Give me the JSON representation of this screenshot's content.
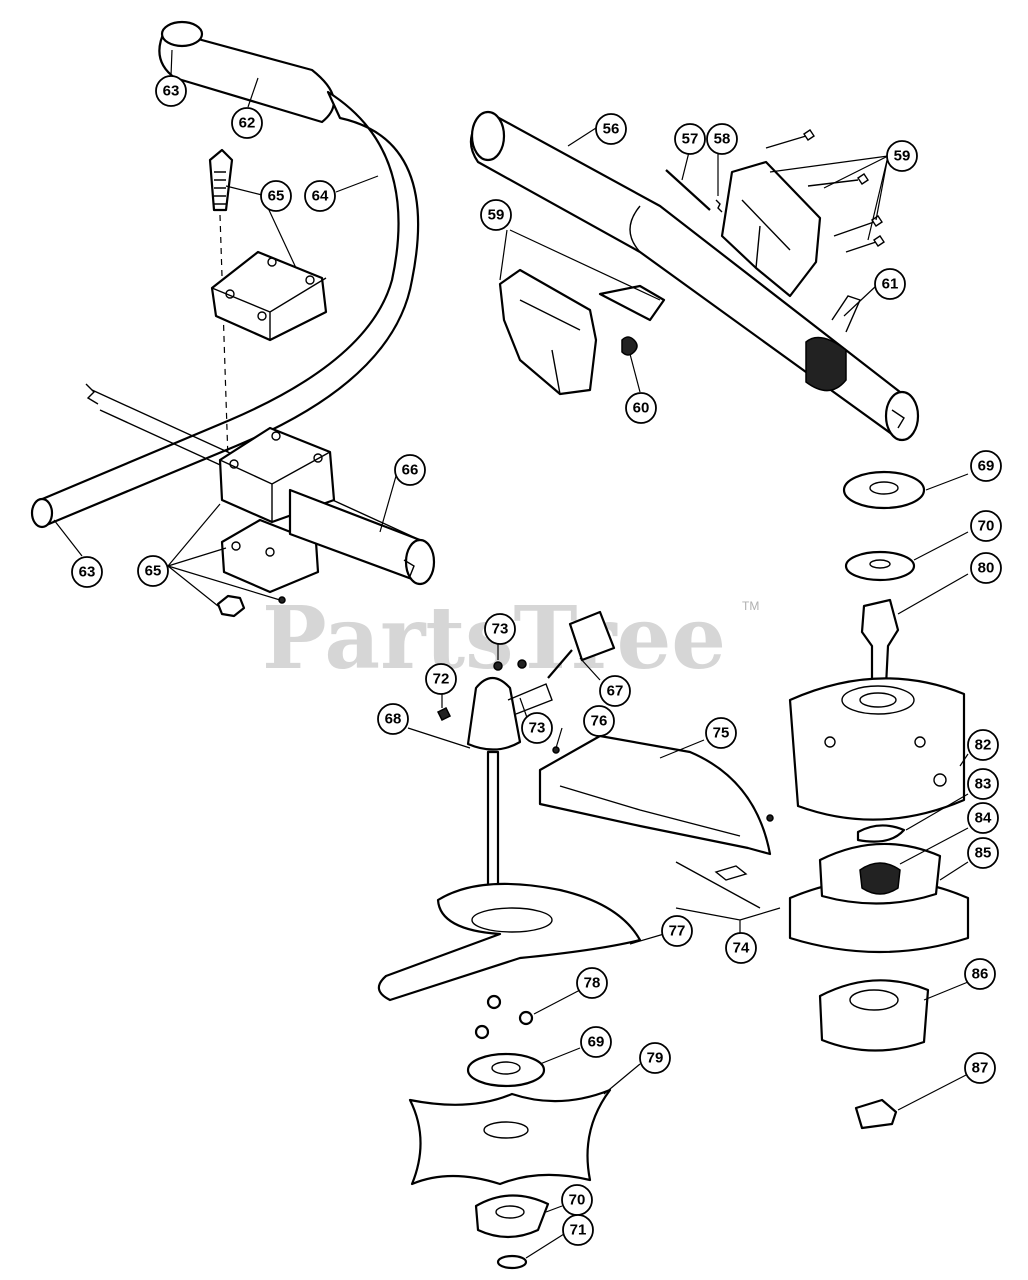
{
  "watermark": {
    "text": "PartsTree",
    "trademark": "TM"
  },
  "callouts": [
    {
      "id": "c-63a",
      "label": "63"
    },
    {
      "id": "c-62",
      "label": "62"
    },
    {
      "id": "c-64",
      "label": "64"
    },
    {
      "id": "c-65a",
      "label": "65"
    },
    {
      "id": "c-56",
      "label": "56"
    },
    {
      "id": "c-57",
      "label": "57"
    },
    {
      "id": "c-58",
      "label": "58"
    },
    {
      "id": "c-59a",
      "label": "59"
    },
    {
      "id": "c-59b",
      "label": "59"
    },
    {
      "id": "c-61",
      "label": "61"
    },
    {
      "id": "c-60",
      "label": "60"
    },
    {
      "id": "c-66",
      "label": "66"
    },
    {
      "id": "c-63b",
      "label": "63"
    },
    {
      "id": "c-65b",
      "label": "65"
    },
    {
      "id": "c-69a",
      "label": "69"
    },
    {
      "id": "c-70a",
      "label": "70"
    },
    {
      "id": "c-80",
      "label": "80"
    },
    {
      "id": "c-73a",
      "label": "73"
    },
    {
      "id": "c-67",
      "label": "67"
    },
    {
      "id": "c-72",
      "label": "72"
    },
    {
      "id": "c-68",
      "label": "68"
    },
    {
      "id": "c-73b",
      "label": "73"
    },
    {
      "id": "c-76",
      "label": "76"
    },
    {
      "id": "c-75",
      "label": "75"
    },
    {
      "id": "c-82",
      "label": "82"
    },
    {
      "id": "c-83",
      "label": "83"
    },
    {
      "id": "c-84",
      "label": "84"
    },
    {
      "id": "c-85",
      "label": "85"
    },
    {
      "id": "c-77",
      "label": "77"
    },
    {
      "id": "c-74",
      "label": "74"
    },
    {
      "id": "c-86",
      "label": "86"
    },
    {
      "id": "c-78",
      "label": "78"
    },
    {
      "id": "c-69b",
      "label": "69"
    },
    {
      "id": "c-79",
      "label": "79"
    },
    {
      "id": "c-87",
      "label": "87"
    },
    {
      "id": "c-70b",
      "label": "70"
    },
    {
      "id": "c-71",
      "label": "71"
    }
  ]
}
